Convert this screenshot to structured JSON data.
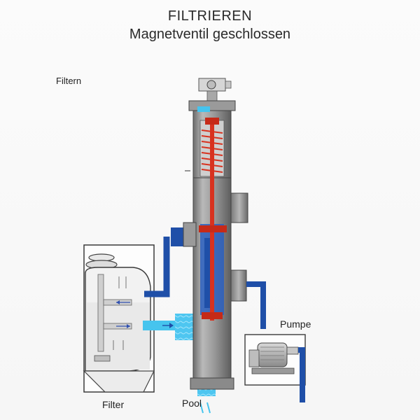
{
  "header": {
    "title": "FILTRIEREN",
    "subtitle": "Magnetventil geschlossen"
  },
  "labels": {
    "mode": "Filtern",
    "pump": "Pumpe",
    "filter": "Filter",
    "pool": "Pool"
  },
  "colors": {
    "water_dark": "#1f4fa8",
    "water_light": "#46c4ee",
    "valve_rod": "#d8321f",
    "valve_body": "#8c8c8c",
    "valve_body_dark": "#5c5c5c"
  }
}
